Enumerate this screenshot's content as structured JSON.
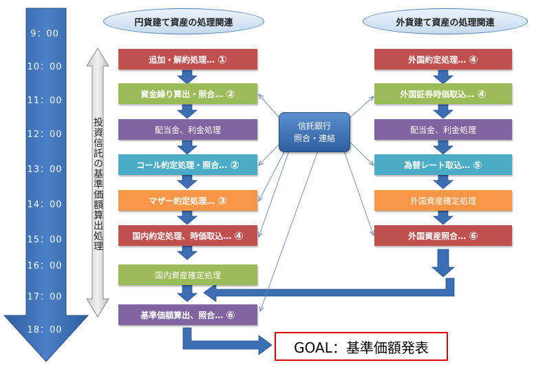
{
  "headers": {
    "left": "円貨建て資産の処理関連",
    "right": "外貨建て資産の処理関連"
  },
  "times": [
    "9：00",
    "10：00",
    "11：00",
    "12：00",
    "13：00",
    "14：00",
    "15：00",
    "16：00",
    "17：00",
    "18：00"
  ],
  "calc_label": "投資信託の基準価額算出処理",
  "center": {
    "line1": "信託銀行",
    "line2": "照合・連絡"
  },
  "left_steps": [
    {
      "label": "追加・解約処理…",
      "num": "①",
      "color": "#c0504d"
    },
    {
      "label": "資金繰り算出・照合…",
      "num": "②",
      "color": "#9bbb59"
    },
    {
      "label": "配当金、利金処理",
      "num": "",
      "color": "#8064a2"
    },
    {
      "label": "コール約定処理・照合…",
      "num": "②",
      "color": "#4bacc6"
    },
    {
      "label": "マザー約定処理…",
      "num": "③",
      "color": "#f79646"
    },
    {
      "label": "国内約定処理、時価取込…",
      "num": "④",
      "color": "#c0504d"
    },
    {
      "label": "国内資産確定処理",
      "num": "",
      "color": "#9bbb59"
    },
    {
      "label": "基準価額算出、照合…",
      "num": "⑥",
      "color": "#8064a2"
    }
  ],
  "right_steps": [
    {
      "label": "外国約定処理…",
      "num": "④",
      "color": "#c0504d"
    },
    {
      "label": "外国証券時価取込…",
      "num": "④",
      "color": "#9bbb59"
    },
    {
      "label": "配当金、利金処理",
      "num": "",
      "color": "#8064a2"
    },
    {
      "label": "為替レート取込…",
      "num": "⑤",
      "color": "#4bacc6"
    },
    {
      "label": "外国資産確定処理",
      "num": "",
      "color": "#f79646"
    },
    {
      "label": "外国資産照合…",
      "num": "⑥",
      "color": "#c0504d"
    }
  ],
  "goal": "GOAL：基準価額発表",
  "colors": {
    "arrow_blue": "#3c6eb4",
    "goal_border": "#e00000"
  }
}
